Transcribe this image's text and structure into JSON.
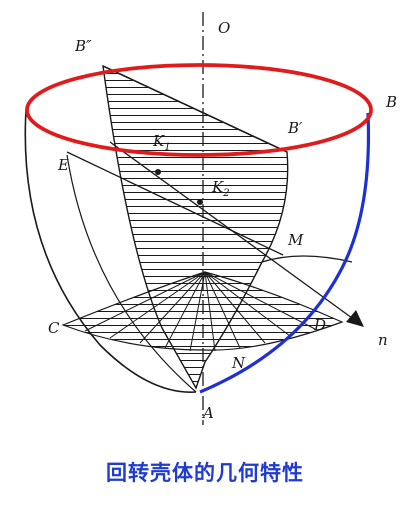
{
  "labels": {
    "O": "O",
    "B_double_prime": "B″",
    "B": "B",
    "B_prime": "B′",
    "K1_main": "K",
    "K1_sub": "1",
    "K2_main": "K",
    "K2_sub": "2",
    "E": "E",
    "M": "M",
    "C": "C",
    "D": "D",
    "N": "N",
    "A": "A",
    "n": "n"
  },
  "caption": "回转壳体的几何特性",
  "colors": {
    "rim": "#e01b1b",
    "meridian": "#1f2fd6",
    "caption": "#1f3bd0",
    "line": "#1a1a1a"
  }
}
